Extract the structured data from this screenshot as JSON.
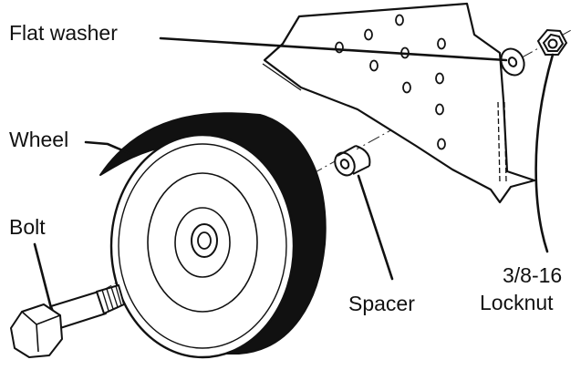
{
  "labels": {
    "flat_washer": "Flat washer",
    "wheel": "Wheel",
    "bolt": "Bolt",
    "spacer": "Spacer",
    "locknut_size": "3/8-16",
    "locknut": "Locknut"
  },
  "colors": {
    "ink": "#111111",
    "background": "#ffffff"
  }
}
